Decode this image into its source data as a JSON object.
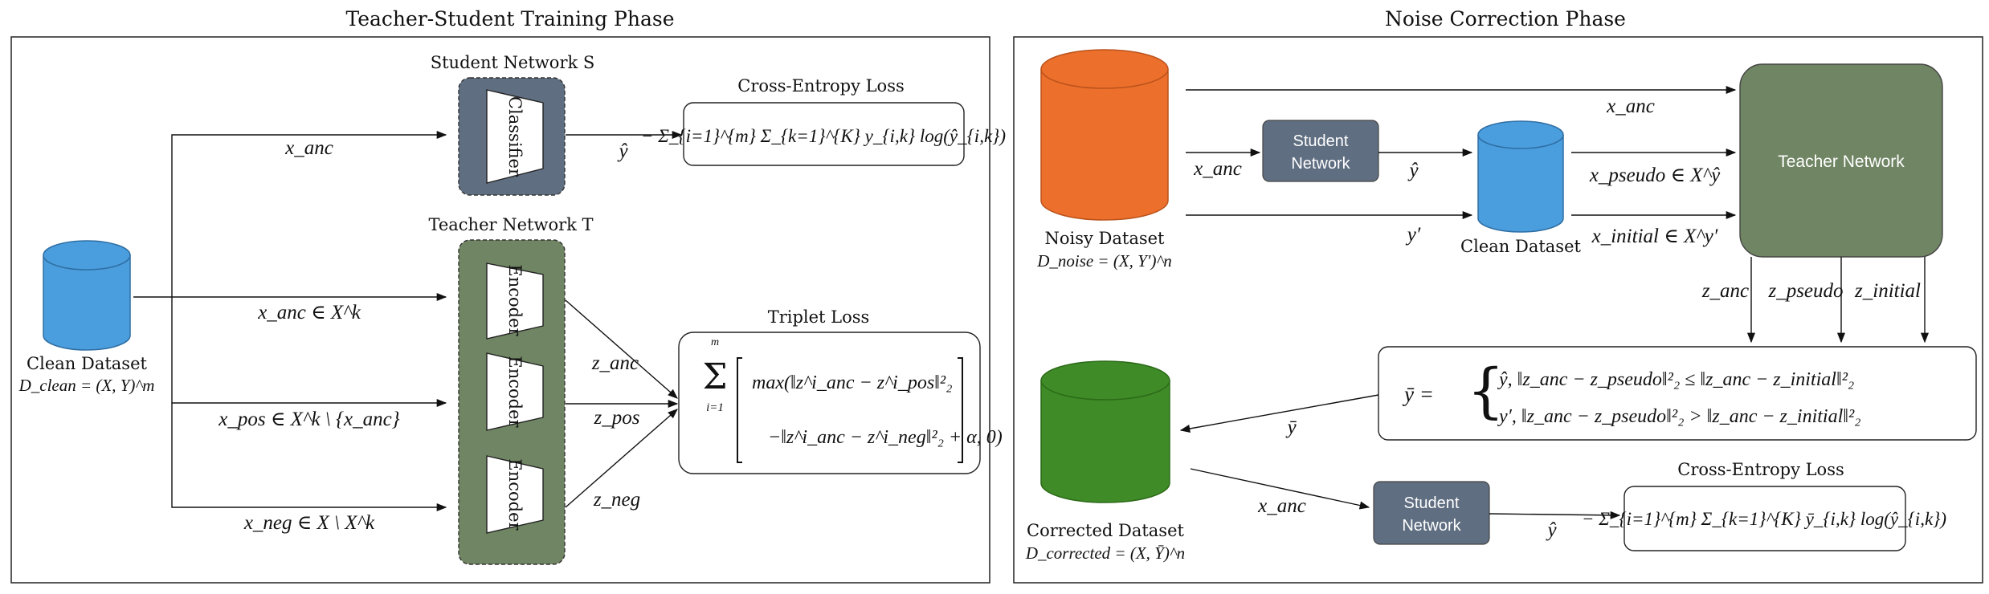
{
  "left_panel": {
    "title": "Teacher-Student Training Phase",
    "clean_dataset": {
      "label": "Clean Dataset",
      "formula": "D_clean = (X, Y)^m"
    },
    "student": {
      "title": "Student Network S",
      "classifier": "Classifier"
    },
    "teacher": {
      "title": "Teacher Network T",
      "encoders": [
        "Encoder",
        "Encoder",
        "Encoder"
      ]
    },
    "edges": {
      "x_anc": "x_anc",
      "x_anc_k": "x_anc ∈ X^k",
      "x_pos": "x_pos ∈ X^k \\ {x_anc}",
      "x_neg": "x_neg ∈ X \\ X^k",
      "y_hat": "ŷ",
      "z_anc": "z_anc",
      "z_pos": "z_pos",
      "z_neg": "z_neg"
    },
    "ce_loss": {
      "title": "Cross-Entropy Loss",
      "formula": "− Σ_{i=1}^{m} Σ_{k=1}^{K} y_{i,k} log(ŷ_{i,k})"
    },
    "triplet_loss": {
      "title": "Triplet Loss",
      "formula_line1": "max(‖z^i_anc − z^i_pos‖²₂",
      "formula_line2": "−‖z^i_anc − z^i_neg‖²₂ + α, 0)"
    }
  },
  "right_panel": {
    "title": "Noise Correction Phase",
    "noisy_dataset": {
      "label": "Noisy Dataset",
      "formula": "D_noise = (X, Y′)^n"
    },
    "student_1": "Student Network",
    "clean_dataset": "Clean Dataset",
    "teacher": "Teacher Network",
    "corrected_dataset": {
      "label": "Corrected Dataset",
      "formula": "D_corrected = (X, Ȳ)^n"
    },
    "student_2": "Student Network",
    "edges": {
      "x_anc_top": "x_anc",
      "x_anc_mid": "x_anc",
      "y_hat_mid": "ŷ",
      "y_prime": "y′",
      "x_pseudo": "x_pseudo ∈ X^ŷ",
      "x_initial": "x_initial ∈ X^y′",
      "z_anc": "z_anc",
      "z_pseudo": "z_pseudo",
      "z_initial": "z_initial",
      "y_bar": "ȳ",
      "x_anc_bottom": "x_anc",
      "y_hat_bottom": "ŷ"
    },
    "rule": {
      "lhs": "ȳ =",
      "case1": "ŷ,   ‖z_anc − z_pseudo‖²₂ ≤ ‖z_anc − z_initial‖²₂",
      "case2": "y′,   ‖z_anc − z_pseudo‖²₂ > ‖z_anc − z_initial‖²₂"
    },
    "ce_loss": {
      "title": "Cross-Entropy Loss",
      "formula": "− Σ_{i=1}^{m} Σ_{k=1}^{K} ȳ_{i,k} log(ŷ_{i,k})"
    }
  },
  "colors": {
    "blue": "#4a9ede",
    "orange": "#ec6f2b",
    "green": "#3f8b27",
    "slate": "#5f6e81",
    "teacher_green": "#6f8563"
  }
}
